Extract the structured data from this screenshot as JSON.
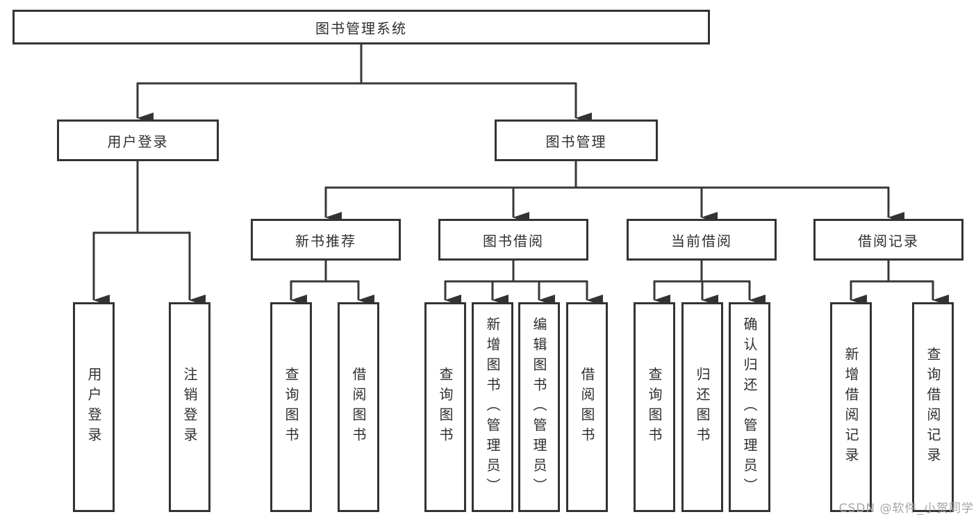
{
  "root": {
    "label": "图书管理系统"
  },
  "branches": [
    {
      "label": "用户登录",
      "children": [
        {
          "label": "用户登录"
        },
        {
          "label": "注销登录"
        }
      ]
    },
    {
      "label": "图书管理",
      "children": [
        {
          "label": "新书推荐",
          "children": [
            {
              "label": "查询图书"
            },
            {
              "label": "借阅图书"
            }
          ]
        },
        {
          "label": "图书借阅",
          "children": [
            {
              "label": "查询图书"
            },
            {
              "label": "新增图书（管理员）"
            },
            {
              "label": "编辑图书（管理员）"
            },
            {
              "label": "借阅图书"
            }
          ]
        },
        {
          "label": "当前借阅",
          "children": [
            {
              "label": "查询图书"
            },
            {
              "label": "归还图书"
            },
            {
              "label": "确认归还（管理员）"
            }
          ]
        },
        {
          "label": "借阅记录",
          "children": [
            {
              "label": "新增借阅记录"
            },
            {
              "label": "查询借阅记录"
            }
          ]
        }
      ]
    }
  ],
  "watermark": "CSDN @软件_小贺同学",
  "colors": {
    "line": "#383838",
    "box_border": "#333333",
    "text": "#2f2f2f",
    "background": "#ffffff",
    "watermark": "#a6a6a6"
  }
}
